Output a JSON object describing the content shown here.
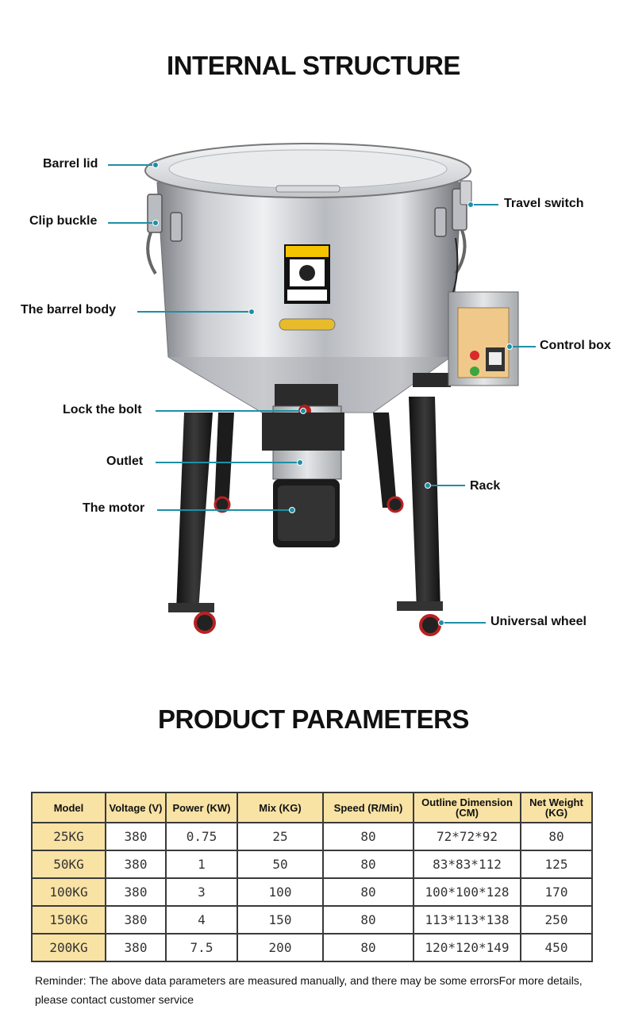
{
  "structure": {
    "title": "INTERNAL STRUCTURE",
    "labels": {
      "barrel_lid": "Barrel lid",
      "clip_buckle": "Clip buckle",
      "barrel_body": "The barrel body",
      "lock_bolt": "Lock the bolt",
      "outlet": "Outlet",
      "motor": "The motor",
      "travel_switch": "Travel switch",
      "control_box": "Control box",
      "rack": "Rack",
      "universal_wheel": "Universal wheel"
    },
    "leader_color": "#1e8fa6"
  },
  "parameters": {
    "title": "PRODUCT PARAMETERS",
    "header_bg": "#f8e2a4",
    "columns": [
      "Model",
      "Voltage (V)",
      "Power (KW)",
      "Mix (KG)",
      "Speed (R/Min)",
      "Outline Dimension (CM)",
      "Net Weight (KG)"
    ],
    "rows": [
      [
        "25KG",
        "380",
        "0.75",
        "25",
        "80",
        "72*72*92",
        "80"
      ],
      [
        "50KG",
        "380",
        "1",
        "50",
        "80",
        "83*83*112",
        "125"
      ],
      [
        "100KG",
        "380",
        "3",
        "100",
        "80",
        "100*100*128",
        "170"
      ],
      [
        "150KG",
        "380",
        "4",
        "150",
        "80",
        "113*113*138",
        "250"
      ],
      [
        "200KG",
        "380",
        "7.5",
        "200",
        "80",
        "120*120*149",
        "450"
      ]
    ],
    "reminder": "Reminder: The above data parameters are measured manually, and there may be some errorsFor more details, please contact customer service"
  }
}
